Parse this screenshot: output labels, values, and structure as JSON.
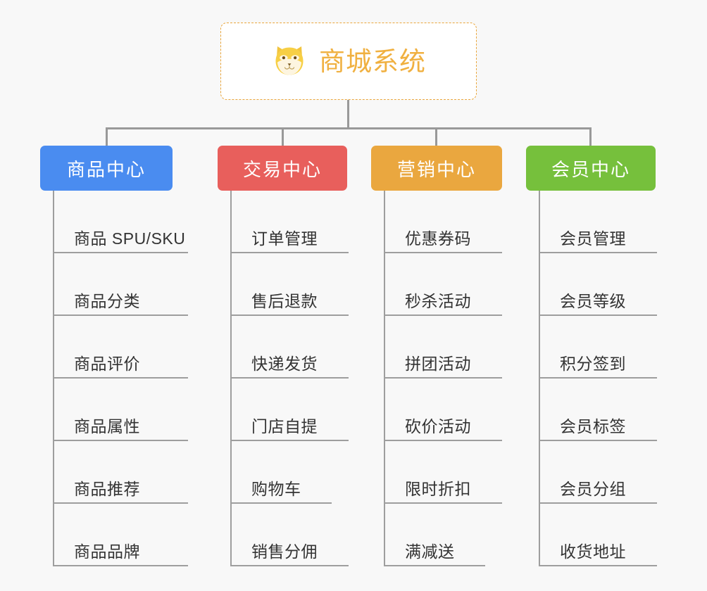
{
  "diagram": {
    "type": "org-chart",
    "background_color": "#f8f8f8",
    "root": {
      "title": "商城系统",
      "icon": "shiba-dog-face-icon",
      "text_color": "#f0b040",
      "border_color": "#e9a63c",
      "fill_color": "#ffffff"
    },
    "connector_color": "#999999",
    "branches": [
      {
        "label": "商品中心",
        "color": "#4a8cf0",
        "items": [
          "商品 SPU/SKU",
          "商品分类",
          "商品评价",
          "商品属性",
          "商品推荐",
          "商品品牌"
        ]
      },
      {
        "label": "交易中心",
        "color": "#e85f5c",
        "items": [
          "订单管理",
          "售后退款",
          "快递发货",
          "门店自提",
          "购物车",
          "销售分佣"
        ]
      },
      {
        "label": "营销中心",
        "color": "#eaa73f",
        "items": [
          "优惠券码",
          "秒杀活动",
          "拼团活动",
          "砍价活动",
          "限时折扣",
          "满减送"
        ]
      },
      {
        "label": "会员中心",
        "color": "#76c03c",
        "items": [
          "会员管理",
          "会员等级",
          "积分签到",
          "会员标签",
          "会员分组",
          "收货地址"
        ]
      }
    ]
  }
}
